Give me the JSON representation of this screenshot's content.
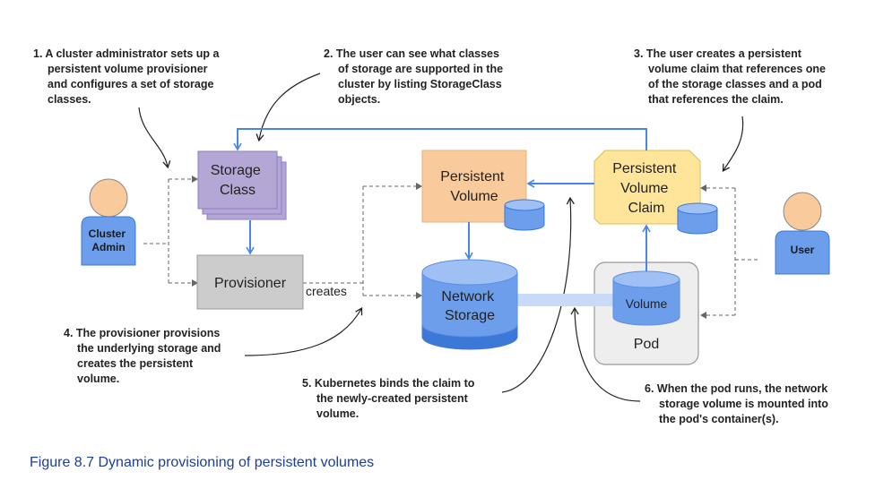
{
  "notes": {
    "n1": [
      "1. A cluster administrator sets up a",
      "persistent volume provisioner",
      "and configures a set of storage",
      "classes."
    ],
    "n2": [
      "2. The user can see what classes",
      "of storage are supported in the",
      "cluster by listing StorageClass",
      "objects."
    ],
    "n3": [
      "3. The user creates a persistent",
      "volume claim that references one",
      "of the storage classes and a pod",
      "that references the claim."
    ],
    "n4": [
      "4. The provisioner provisions",
      "the underlying storage and",
      "creates the persistent",
      "volume."
    ],
    "n5": [
      "5. Kubernetes binds the claim to",
      "the newly-created persistent",
      "volume."
    ],
    "n6": [
      "6. When the pod runs, the network",
      "storage volume is mounted into",
      "the pod's container(s)."
    ]
  },
  "nodes": {
    "storage_class": [
      "Storage",
      "Class"
    ],
    "provisioner": "Provisioner",
    "persistent_volume": [
      "Persistent",
      "Volume"
    ],
    "pvc": [
      "Persistent",
      "Volume",
      "Claim"
    ],
    "network_storage": [
      "Network",
      "Storage"
    ],
    "pod": "Pod",
    "volume": "Volume",
    "cluster_admin": [
      "Cluster",
      "Admin"
    ],
    "user": "User"
  },
  "edge_labels": {
    "creates": "creates"
  },
  "caption": "Figure 8.7 Dynamic provisioning of persistent volumes",
  "colors": {
    "storage_class": "#b4a7d6",
    "provisioner": "#cccccc",
    "persistent_volume": "#f9cb9c",
    "pvc": "#ffe599",
    "cylinder": "#6d9eeb",
    "person": "#f9cb9c",
    "caption": "#1c3f95"
  }
}
